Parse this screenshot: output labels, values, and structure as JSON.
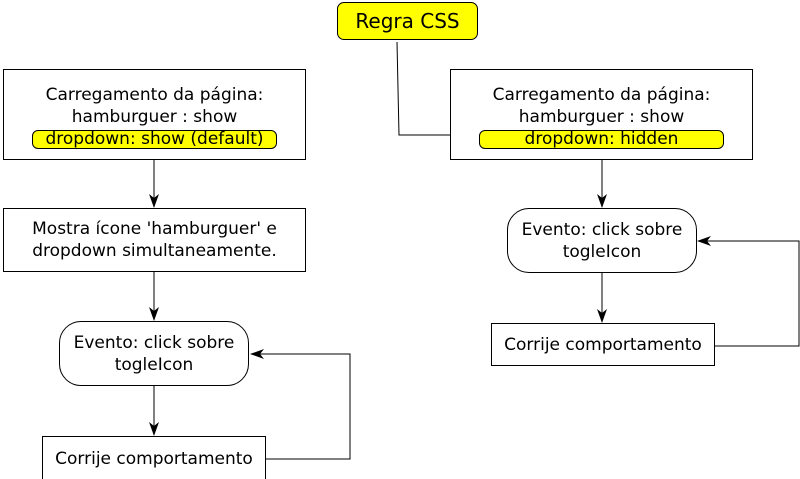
{
  "css_rule": "Regra CSS",
  "left": {
    "load_line1": "Carregamento da página:",
    "load_line2": "hamburguer : show",
    "load_highlight": "dropdown: show (default)",
    "show_line1": "Mostra ícone 'hamburguer' e",
    "show_line2": "dropdown simultaneamente.",
    "event_line1": "Evento: click sobre",
    "event_line2": "togleIcon",
    "fix": "Corrije comportamento"
  },
  "right": {
    "load_line1": "Carregamento da página:",
    "load_line2": "hamburguer : show",
    "load_highlight": "dropdown: hidden",
    "event_line1": "Evento: click sobre",
    "event_line2": "togleIcon",
    "fix": "Corrije comportamento"
  },
  "colors": {
    "highlight": "#ffff00",
    "stroke": "#000000"
  }
}
